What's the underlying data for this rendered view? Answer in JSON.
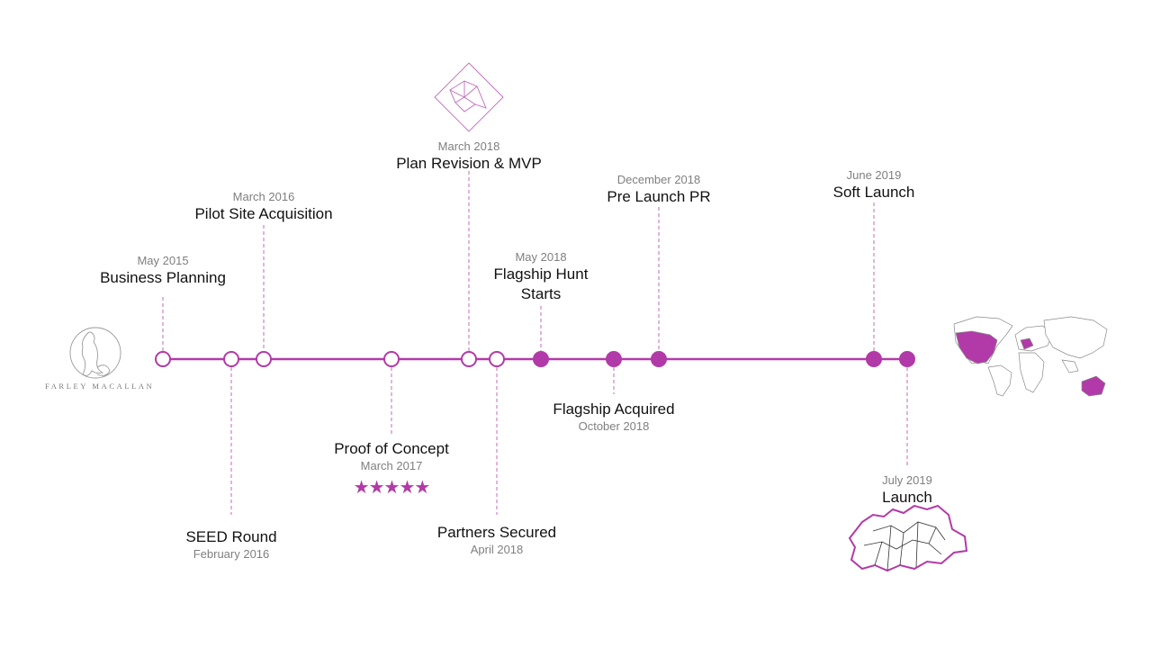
{
  "brand": {
    "name": "FARLEY MACALLAN"
  },
  "colors": {
    "accent": "#b23aa8",
    "text": "#111111",
    "date": "#7f7f7f",
    "connector": "#c06bbb"
  },
  "timeline": {
    "milestones": [
      {
        "id": "business-planning",
        "date": "May 2015",
        "title": "Business Planning",
        "side": "above",
        "filled": false
      },
      {
        "id": "seed-round",
        "date": "February 2016",
        "title": "SEED Round",
        "side": "below",
        "filled": false
      },
      {
        "id": "pilot-site-acquisition",
        "date": "March 2016",
        "title": "Pilot Site Acquisition",
        "side": "above",
        "filled": false
      },
      {
        "id": "proof-of-concept",
        "date": "March 2017",
        "title": "Proof of Concept",
        "side": "below",
        "filled": false,
        "rating": 5
      },
      {
        "id": "plan-revision-mvp",
        "date": "March 2018",
        "title": "Plan Revision & MVP",
        "side": "above",
        "filled": false
      },
      {
        "id": "partners-secured",
        "date": "April 2018",
        "title": "Partners Secured",
        "side": "below",
        "filled": false
      },
      {
        "id": "flagship-hunt-starts",
        "date": "May 2018",
        "title": "Flagship Hunt Starts",
        "side": "above",
        "filled": true
      },
      {
        "id": "flagship-acquired",
        "date": "October 2018",
        "title": "Flagship Acquired",
        "side": "below",
        "filled": true
      },
      {
        "id": "pre-launch-pr",
        "date": "December 2018",
        "title": "Pre Launch PR",
        "side": "above",
        "filled": true
      },
      {
        "id": "soft-launch",
        "date": "June 2019",
        "title": "Soft Launch",
        "side": "above",
        "filled": true
      },
      {
        "id": "launch",
        "date": "July 2019",
        "title": "Launch",
        "side": "below",
        "filled": true
      }
    ]
  },
  "icons": {
    "logo": "fox-logo-icon",
    "emblem": "geometric-fox-diamond-icon",
    "rating": "star-icon",
    "world": "world-map-icon",
    "region": "region-map-icon"
  }
}
